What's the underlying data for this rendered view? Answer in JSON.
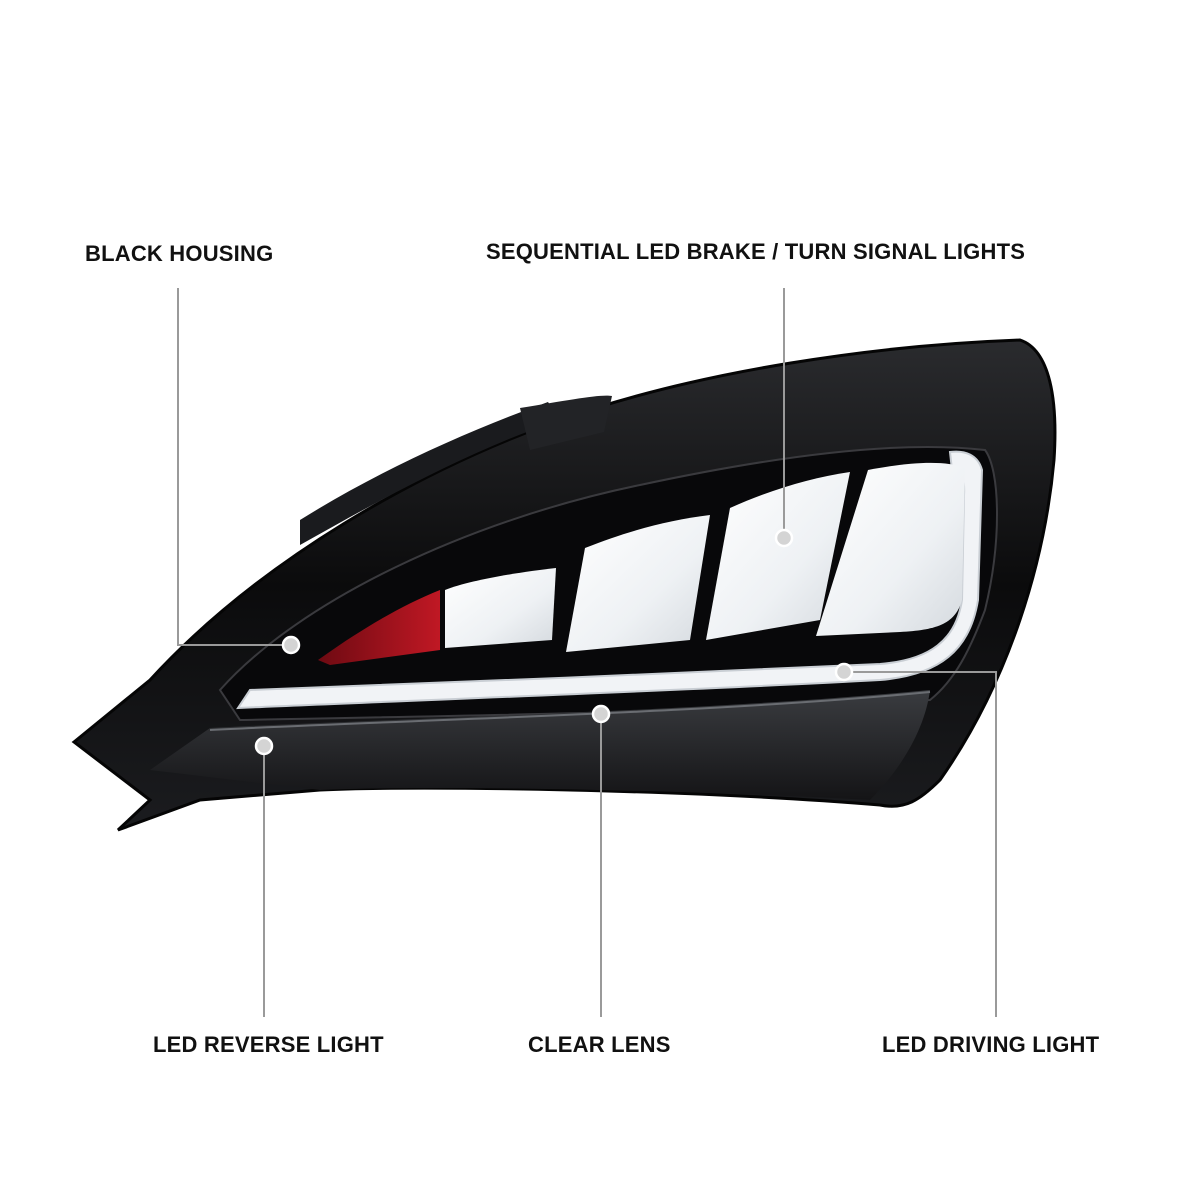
{
  "callouts": {
    "black_housing": "BLACK HOUSING",
    "sequential_lights": "SEQUENTIAL LED BRAKE / TURN SIGNAL LIGHTS",
    "reverse_light": "LED REVERSE LIGHT",
    "clear_lens": "CLEAR LENS",
    "driving_light": "LED DRIVING LIGHT"
  },
  "colors": {
    "housing": "#0d0d0f",
    "lens_white": "#f4f6f8",
    "reflector_red": "#b3121f",
    "leader_line": "#9a9a9a",
    "marker": "#c8c8c8"
  }
}
